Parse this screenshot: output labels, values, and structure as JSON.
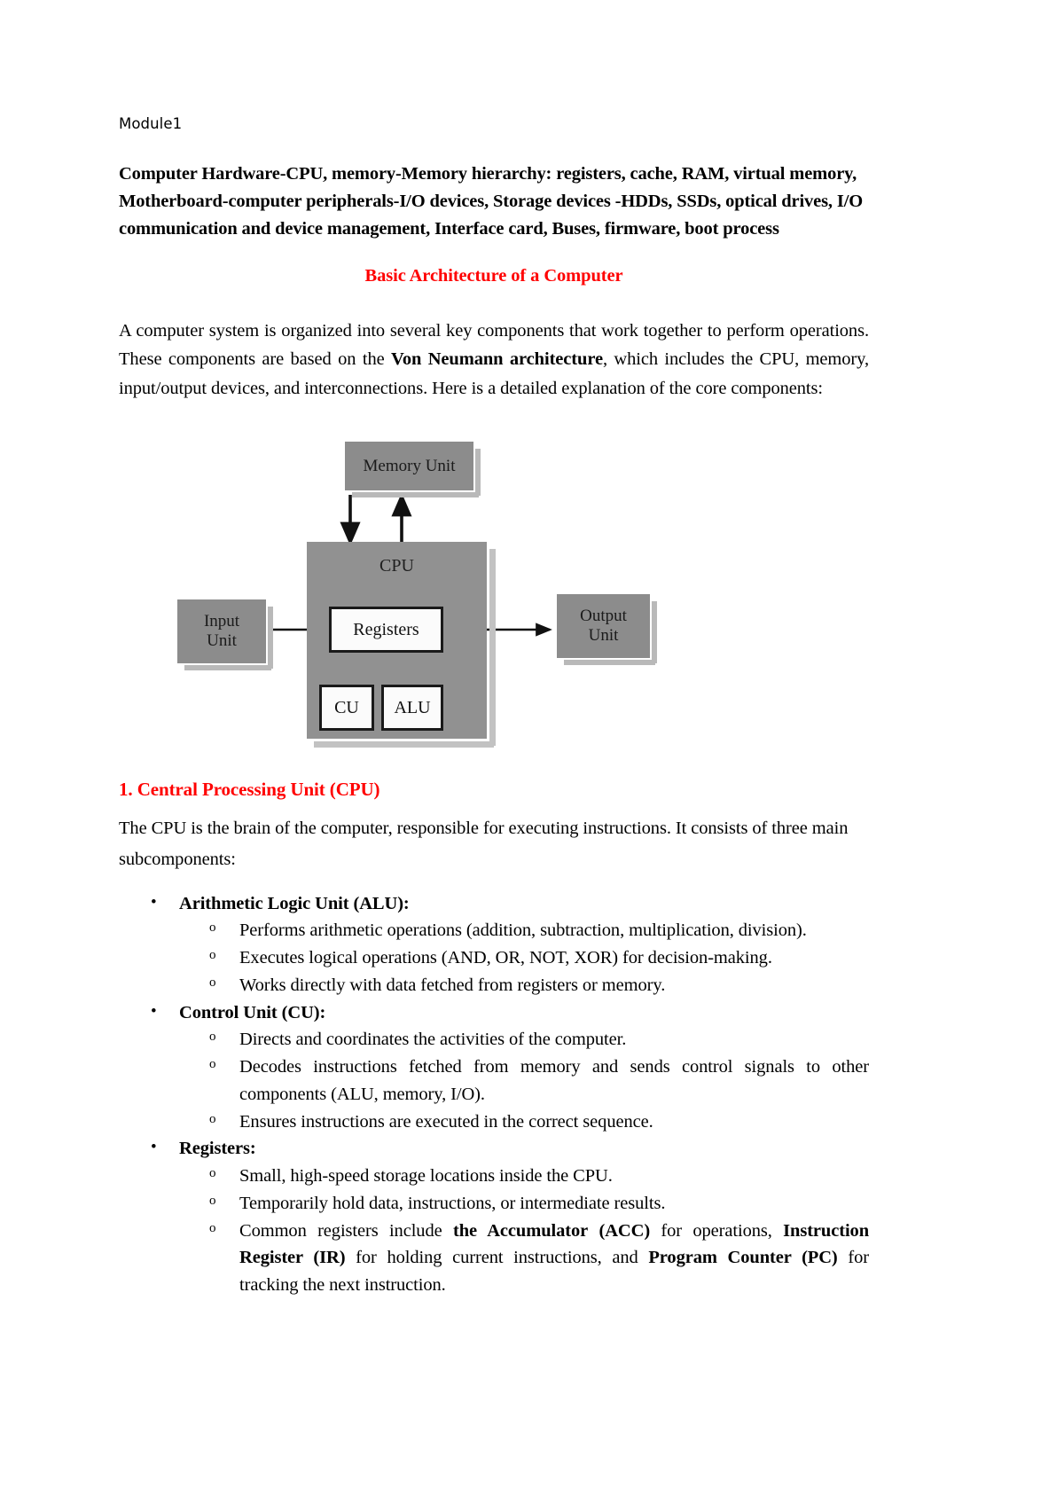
{
  "document": {
    "module_label": "Module1",
    "syllabus_line": "Computer Hardware-CPU, memory-Memory hierarchy: registers, cache, RAM, virtual memory, Motherboard-computer peripherals-I/O devices, Storage devices -HDDs, SSDs, optical drives, I/O communication and device management, Interface card, Buses, firmware, boot process",
    "heading_basic_architecture": "Basic Architecture of a Computer",
    "intro_part1": "A computer system is organized into several key components that work together to perform operations. These components are based on the ",
    "intro_bold": "Von Neumann architecture",
    "intro_part2": ", which includes the CPU, memory, input/output devices, and interconnections. Here is a detailed explanation of the core components:",
    "section1_heading": "1. Central Processing Unit (CPU)",
    "section1_para": "The CPU is the brain of the computer, responsible for executing instructions. It consists of three main subcomponents:"
  },
  "figure": {
    "memory_unit": "Memory Unit",
    "cpu": "CPU",
    "registers": "Registers",
    "cu": "CU",
    "alu": "ALU",
    "input_unit_line1": "Input",
    "input_unit_line2": "Unit",
    "output_unit_line1": "Output",
    "output_unit_line2": "Unit"
  },
  "colors": {
    "heading_red": "#ff0000",
    "box_gray": "#8c8c8c",
    "cpu_gray": "#919191",
    "shadow_gray": "#b9b9b9",
    "white_box": "#fbfbfb",
    "text_black": "#000000"
  },
  "bullets": {
    "marker_level1": "•",
    "marker_level2": "o"
  },
  "list": [
    {
      "label": "Arithmetic Logic Unit (ALU):",
      "items": [
        {
          "text": "Performs arithmetic operations (addition, subtraction, multiplication, division)."
        },
        {
          "text": "Executes logical operations (AND, OR, NOT, XOR) for decision-making."
        },
        {
          "text": "Works directly with data fetched from registers or memory."
        }
      ]
    },
    {
      "label": "Control Unit (CU):",
      "items": [
        {
          "text": "Directs and coordinates the activities of the computer."
        },
        {
          "text": "Decodes instructions fetched from memory and sends control signals to other components (ALU, memory, I/O)."
        },
        {
          "text": "Ensures instructions are executed in the correct sequence."
        }
      ]
    },
    {
      "label": "Registers:",
      "items": [
        {
          "text": "Small, high-speed storage locations inside the CPU."
        },
        {
          "text": "Temporarily hold data, instructions, or intermediate results."
        },
        {
          "text": "Common registers include the Accumulator (ACC) for operations, Instruction Register (IR) for holding current instructions, and Program Counter (PC) for tracking the next instruction."
        }
      ]
    }
  ],
  "registers_rich": {
    "p1": "Common registers include ",
    "b1": "the Accumulator",
    "p2": " ",
    "b2": "(ACC)",
    "p3": " for operations, ",
    "b3": "Instruction Register (IR)",
    "p4": " for holding current instructions, and ",
    "b4": "Program Counter (PC)",
    "p5": " for tracking the next instruction."
  }
}
